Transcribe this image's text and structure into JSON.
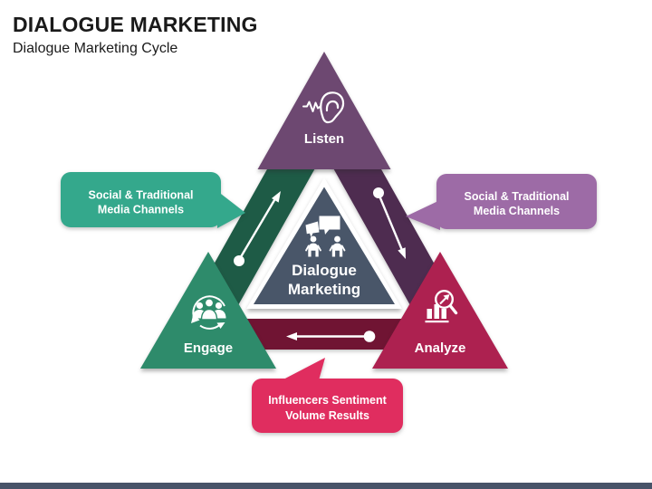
{
  "header": {
    "title": "DIALOGUE MARKETING",
    "subtitle": "Dialogue Marketing Cycle"
  },
  "diagram": {
    "center": {
      "icon": "dialogue-people-icon",
      "label_line1": "Dialogue",
      "label_line2": "Marketing",
      "fill": "#495669",
      "border": "#ffffff"
    },
    "nodes": [
      {
        "id": "listen",
        "label": "Listen",
        "icon": "ear-listening-icon",
        "fill": "#6d4871"
      },
      {
        "id": "engage",
        "label": "Engage",
        "icon": "group-cycle-icon",
        "fill": "#2e8b6b"
      },
      {
        "id": "analyze",
        "label": "Analyze",
        "icon": "magnifier-chart-icon",
        "fill": "#ad2150"
      }
    ],
    "stripes": [
      {
        "side": "left",
        "fill": "#1e5b46"
      },
      {
        "side": "right",
        "fill": "#4e2c50"
      },
      {
        "side": "bottom",
        "fill": "#701433"
      }
    ],
    "callouts": [
      {
        "position": "left",
        "line1": "Social & Traditional",
        "line2": "Media Channels",
        "fill": "#34a88c"
      },
      {
        "position": "right",
        "line1": "Social & Traditional",
        "line2": "Media Channels",
        "fill": "#9d6ba6"
      },
      {
        "position": "bottom",
        "line1": "Influencers Sentiment",
        "line2": "Volume Results",
        "fill": "#e02d5f"
      }
    ],
    "arrow_color": "#ffffff"
  },
  "footer": {
    "bar_color": "#475368"
  }
}
